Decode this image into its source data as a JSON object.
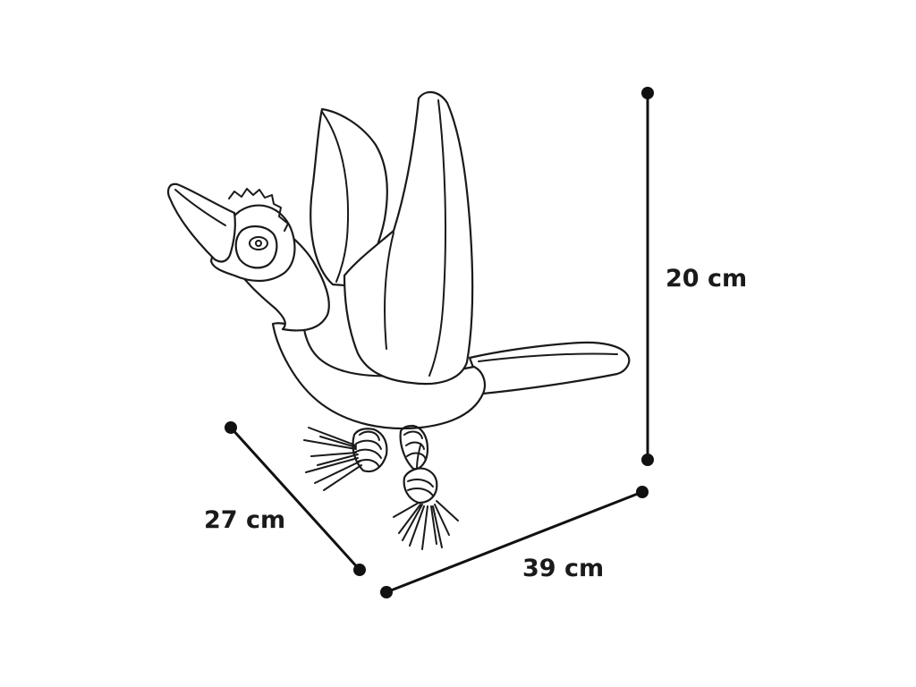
{
  "diagram": {
    "dimensions": {
      "height": "20 cm",
      "width": "39 cm",
      "depth": "27 cm"
    }
  }
}
